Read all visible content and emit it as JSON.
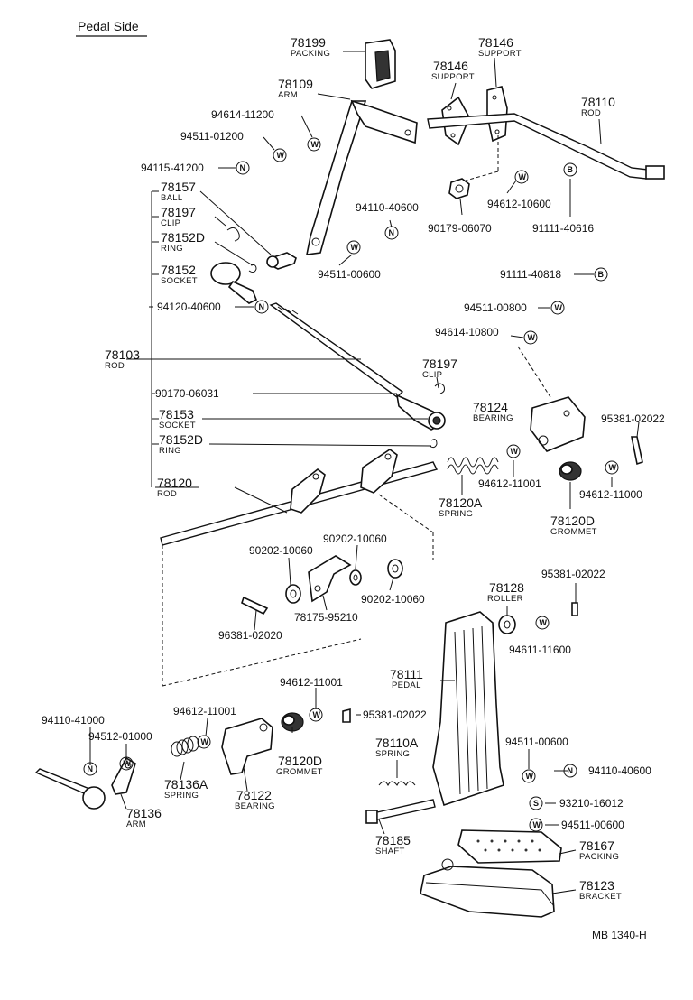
{
  "header": "Pedal Side",
  "footer_code": "MB  1340-H",
  "callouts": [
    {
      "id": "c01",
      "part": "78199",
      "desc": "PACKING"
    },
    {
      "id": "c02",
      "part": "78146",
      "desc": "SUPPORT"
    },
    {
      "id": "c03",
      "part": "78146",
      "desc": "SUPPORT"
    },
    {
      "id": "c04",
      "part": "78109",
      "desc": "ARM"
    },
    {
      "id": "c05",
      "part": "78110",
      "desc": "ROD"
    },
    {
      "id": "c06",
      "part": "94614-11200",
      "desc": "",
      "sym": "W"
    },
    {
      "id": "c07",
      "part": "94511-01200",
      "desc": "",
      "sym": "W"
    },
    {
      "id": "c08",
      "part": "94115-41200",
      "desc": "",
      "sym": "N"
    },
    {
      "id": "c09",
      "part": "78157",
      "desc": "BALL"
    },
    {
      "id": "c10",
      "part": "78197",
      "desc": "CLIP"
    },
    {
      "id": "c11",
      "part": "78152D",
      "desc": "RING"
    },
    {
      "id": "c12",
      "part": "78152",
      "desc": "SOCKET"
    },
    {
      "id": "c13",
      "part": "94120-40600",
      "desc": "",
      "sym": "N"
    },
    {
      "id": "c14",
      "part": "94110-40600",
      "desc": "",
      "sym": "N"
    },
    {
      "id": "c15",
      "part": "94511-00600",
      "desc": "",
      "sym": "W"
    },
    {
      "id": "c16",
      "part": "90179-06070",
      "desc": ""
    },
    {
      "id": "c17",
      "part": "94612-10600",
      "desc": "",
      "sym": "W"
    },
    {
      "id": "c18",
      "part": "91111-40616",
      "desc": "",
      "sym": "B"
    },
    {
      "id": "c19",
      "part": "91111-40818",
      "desc": "",
      "sym": "B"
    },
    {
      "id": "c20",
      "part": "94511-00800",
      "desc": "",
      "sym": "W"
    },
    {
      "id": "c21",
      "part": "94614-10800",
      "desc": "",
      "sym": "W"
    },
    {
      "id": "c22",
      "part": "78103",
      "desc": "ROD"
    },
    {
      "id": "c23",
      "part": "78197",
      "desc": "CLIP"
    },
    {
      "id": "c24",
      "part": "90170-06031",
      "desc": ""
    },
    {
      "id": "c25",
      "part": "78153",
      "desc": "SOCKET"
    },
    {
      "id": "c26",
      "part": "78124",
      "desc": "BEARING"
    },
    {
      "id": "c27",
      "part": "95381-02022",
      "desc": ""
    },
    {
      "id": "c28",
      "part": "78152D",
      "desc": "RING"
    },
    {
      "id": "c29",
      "part": "94612-11001",
      "desc": "",
      "sym": "W"
    },
    {
      "id": "c30",
      "part": "94612-11000",
      "desc": "",
      "sym": "W"
    },
    {
      "id": "c31",
      "part": "78120",
      "desc": "ROD"
    },
    {
      "id": "c32",
      "part": "78120A",
      "desc": "SPRING"
    },
    {
      "id": "c33",
      "part": "78120D",
      "desc": "GROMMET"
    },
    {
      "id": "c34",
      "part": "90202-10060",
      "desc": ""
    },
    {
      "id": "c35",
      "part": "90202-10060",
      "desc": ""
    },
    {
      "id": "c36",
      "part": "90202-10060",
      "desc": ""
    },
    {
      "id": "c37",
      "part": "78175-95210",
      "desc": ""
    },
    {
      "id": "c38",
      "part": "96381-02020",
      "desc": ""
    },
    {
      "id": "c39",
      "part": "95381-02022",
      "desc": ""
    },
    {
      "id": "c40",
      "part": "78128",
      "desc": "ROLLER"
    },
    {
      "id": "c41",
      "part": "94611-11600",
      "desc": "",
      "sym": "W"
    },
    {
      "id": "c42",
      "part": "78111",
      "desc": "PEDAL"
    },
    {
      "id": "c43",
      "part": "94612-11001",
      "desc": "",
      "sym": "W"
    },
    {
      "id": "c44",
      "part": "95381-02022",
      "desc": ""
    },
    {
      "id": "c45",
      "part": "94110-41000",
      "desc": "",
      "sym": "N"
    },
    {
      "id": "c46",
      "part": "94512-01000",
      "desc": "",
      "sym": "W"
    },
    {
      "id": "c47",
      "part": "94612-11001",
      "desc": "",
      "sym": "W"
    },
    {
      "id": "c48",
      "part": "78120D",
      "desc": "GROMMET"
    },
    {
      "id": "c49",
      "part": "78110A",
      "desc": "SPRING"
    },
    {
      "id": "c50",
      "part": "94511-00600",
      "desc": "",
      "sym": "W"
    },
    {
      "id": "c51",
      "part": "94110-40600",
      "desc": "",
      "sym": "N"
    },
    {
      "id": "c52",
      "part": "78136A",
      "desc": "SPRING"
    },
    {
      "id": "c53",
      "part": "78122",
      "desc": "BEARING"
    },
    {
      "id": "c54",
      "part": "78136",
      "desc": "ARM"
    },
    {
      "id": "c55",
      "part": "93210-16012",
      "desc": "",
      "sym": "S"
    },
    {
      "id": "c56",
      "part": "94511-00600",
      "desc": "",
      "sym": "W"
    },
    {
      "id": "c57",
      "part": "78185",
      "desc": "SHAFT"
    },
    {
      "id": "c58",
      "part": "78167",
      "desc": "PACKING"
    },
    {
      "id": "c59",
      "part": "78123",
      "desc": "BRACKET"
    }
  ]
}
